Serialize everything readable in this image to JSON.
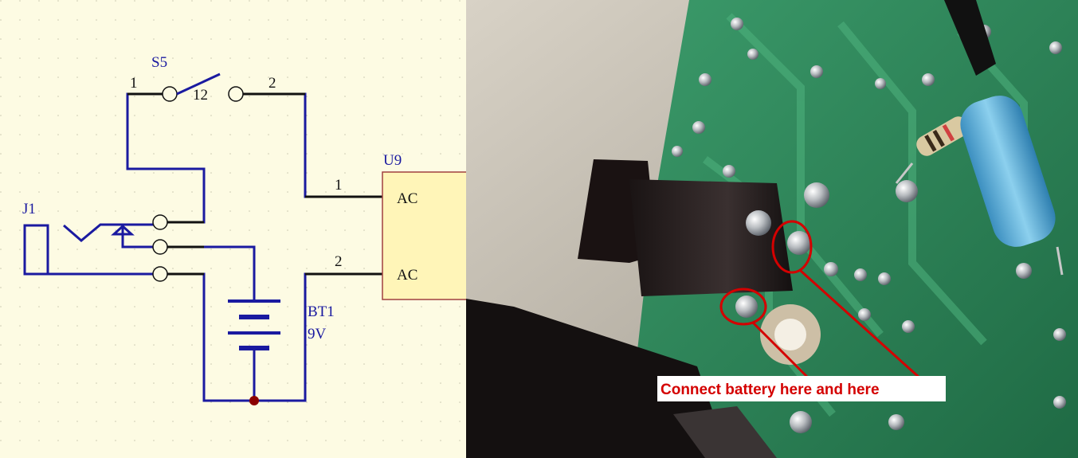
{
  "schematic": {
    "switch": {
      "ref": "S5",
      "pin_left": "1",
      "pin_mid": "12",
      "pin_right": "2"
    },
    "jack": {
      "ref": "J1"
    },
    "regulator": {
      "ref": "U9",
      "pin1_num": "1",
      "pin1_name": "AC",
      "pin2_num": "2",
      "pin2_name": "AC"
    },
    "battery": {
      "ref": "BT1",
      "value": "9V"
    },
    "colors": {
      "background": "#fdfbe3",
      "wire": "#1a1aa0",
      "body_fill": "#fff5b8",
      "body_stroke": "#a04040",
      "junction": "#8b0000"
    }
  },
  "photo": {
    "annotation": "Connect battery here and here",
    "colors": {
      "pcb": "#2f8a5a",
      "circle": "#d40000"
    }
  }
}
